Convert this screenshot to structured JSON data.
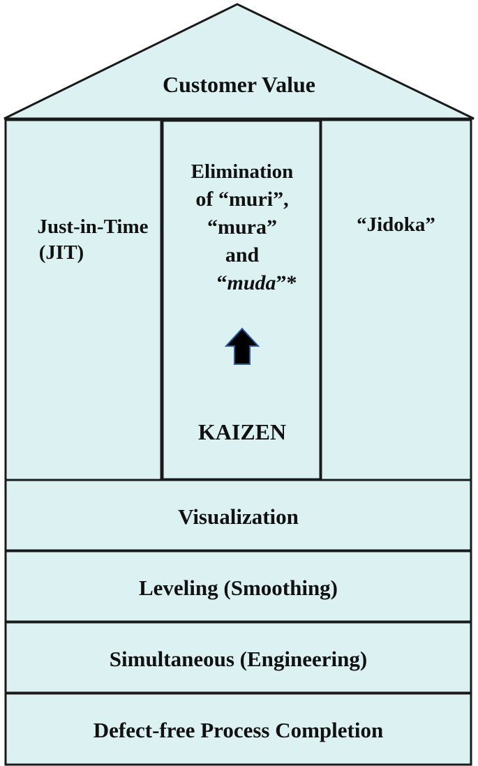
{
  "roof": {
    "title": "Customer Value"
  },
  "pillars": {
    "left": {
      "line1": "Just-in-Time",
      "line2": "(JIT)"
    },
    "center": {
      "line1": "Elimination",
      "line2": "of “muri”,",
      "line3": "“mura”",
      "line4": "and",
      "line5_open": "“",
      "line5_word": "muda",
      "line5_close": "”*",
      "footer": "KAIZEN"
    },
    "right": {
      "label": "“Jidoka”"
    }
  },
  "foundation": [
    {
      "label": "Visualization"
    },
    {
      "label": "Leveling (Smoothing)"
    },
    {
      "label": "Simultaneous (Engineering)"
    },
    {
      "label": "Defect-free Process Completion"
    }
  ],
  "colors": {
    "fill": "#dcf2f2",
    "stroke": "#1a1a1a",
    "arrow": "#000000",
    "arrow_outline": "#2b5aa0"
  }
}
